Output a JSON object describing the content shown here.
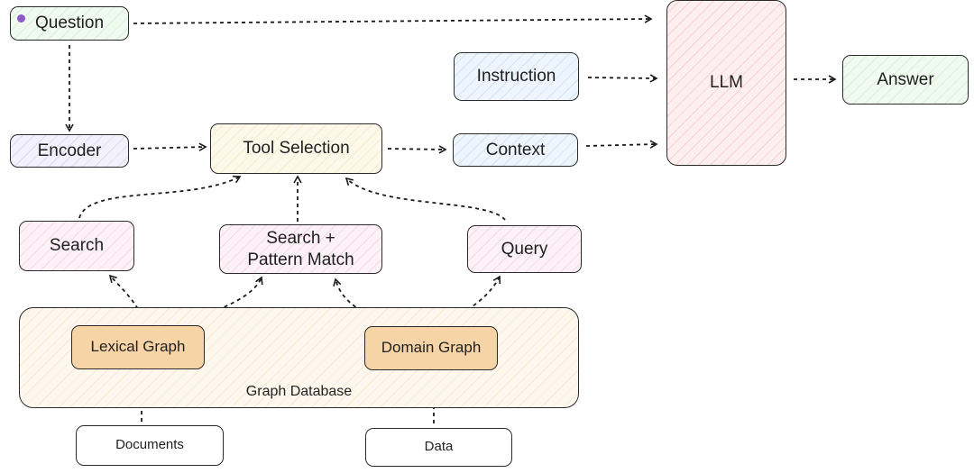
{
  "colors": {
    "edge": "#1a1a1a",
    "bidirectional_edge": "#e8a040",
    "question_dot": "#8b5cc8"
  },
  "nodes": {
    "question": "Question",
    "instruction": "Instruction",
    "llm": "LLM",
    "answer": "Answer",
    "encoder": "Encoder",
    "tool_selection": "Tool Selection",
    "context": "Context",
    "search": "Search",
    "search_pattern": "Search +\nPattern Match",
    "query": "Query",
    "lexical_graph": "Lexical Graph",
    "domain_graph": "Domain Graph",
    "documents": "Documents",
    "data": "Data"
  },
  "regions": {
    "graph_database": "Graph Database"
  }
}
